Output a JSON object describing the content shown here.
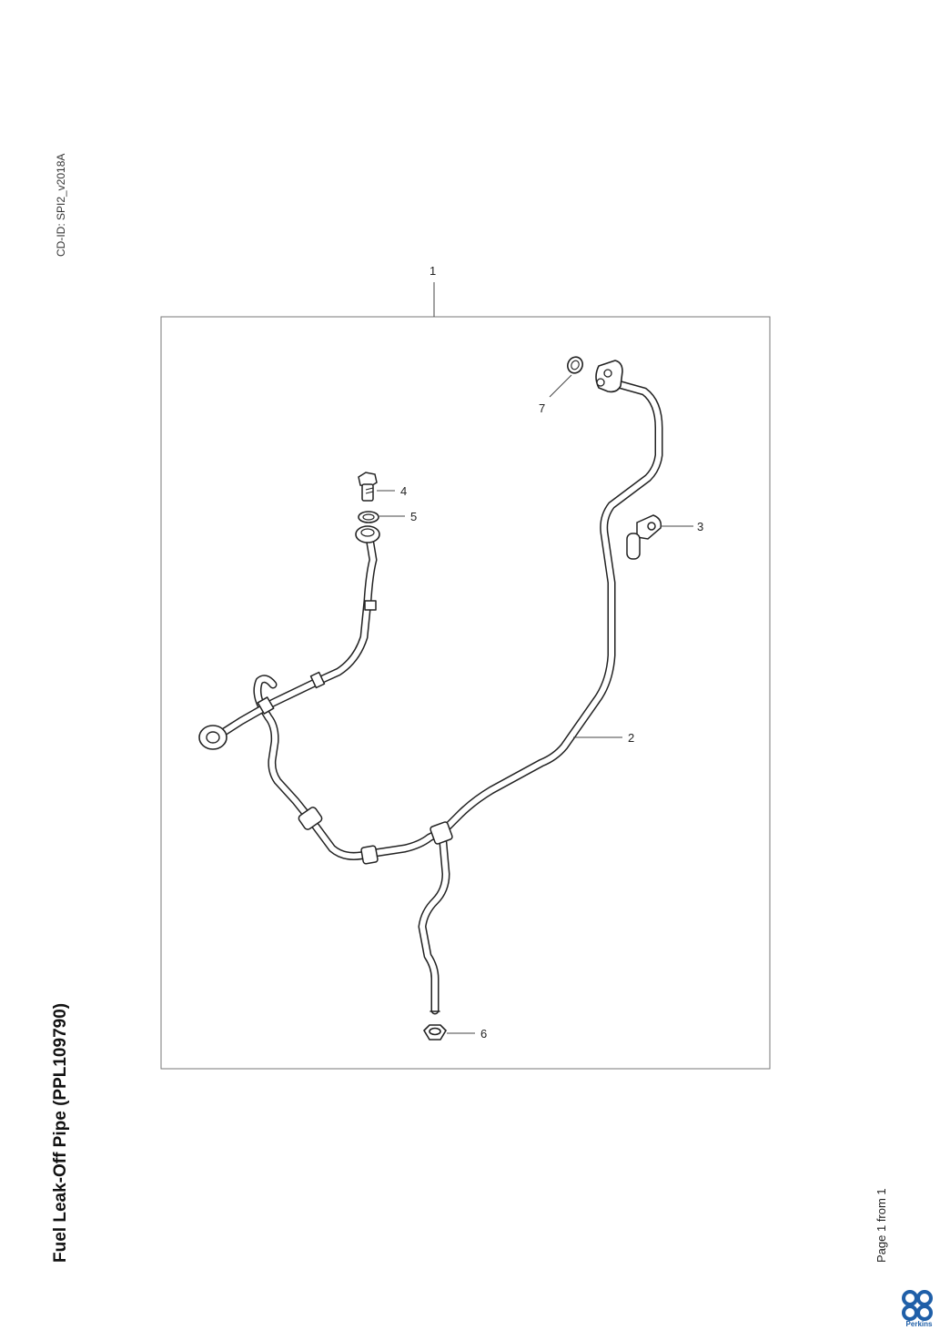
{
  "document": {
    "cd_id": "CD-ID: SPI2_v2018A",
    "title": "Fuel Leak-Off Pipe (PPL109790)",
    "page": "Page 1 from 1",
    "brand": "Perkins"
  },
  "callouts": {
    "c1": "1",
    "c2": "2",
    "c3": "3",
    "c4": "4",
    "c5": "5",
    "c6": "6",
    "c7": "7"
  },
  "colors": {
    "line": "#222222",
    "frame": "#777777",
    "brand": "#1f5fa8"
  }
}
